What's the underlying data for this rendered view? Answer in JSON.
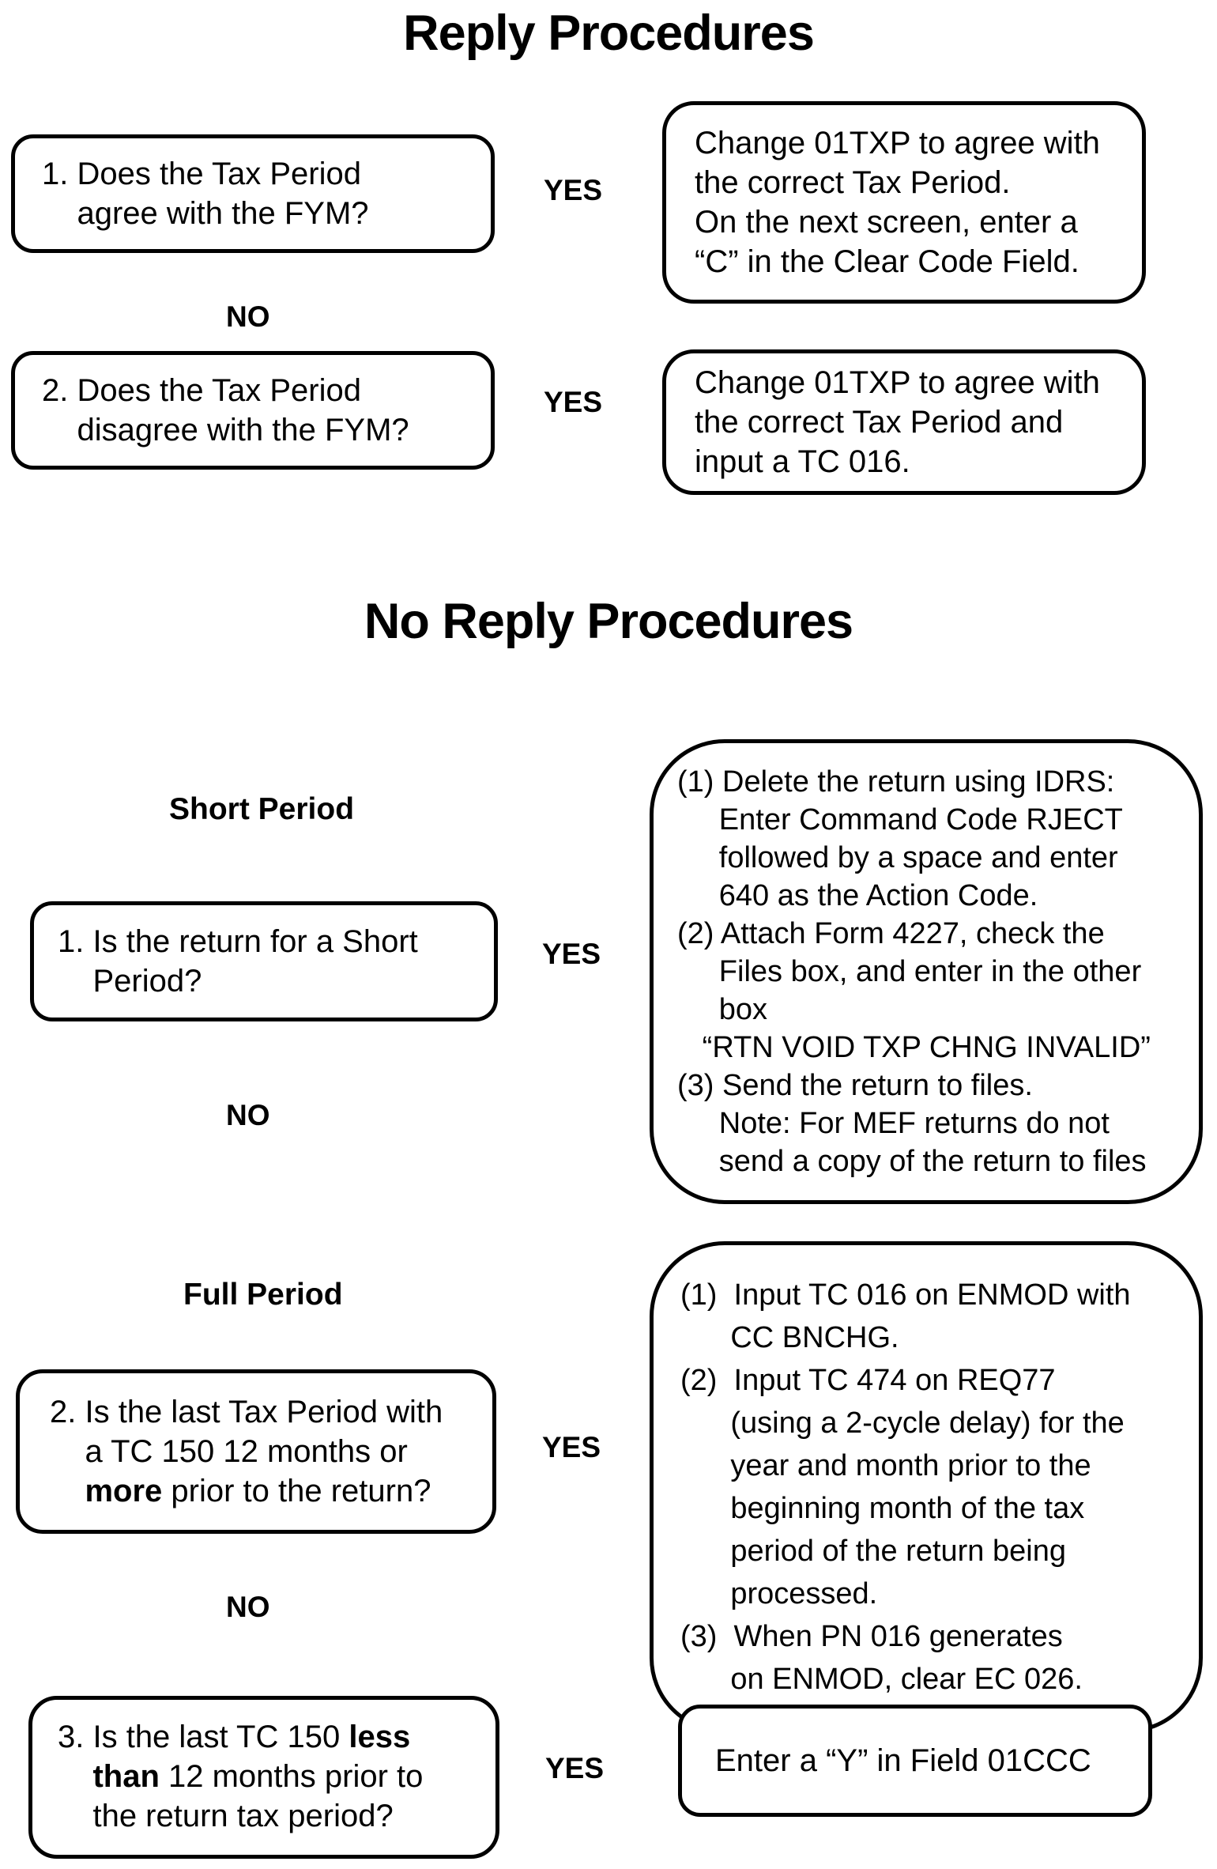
{
  "labels": {
    "yes": "YES",
    "no": "NO"
  },
  "reply": {
    "title": "Reply Procedures",
    "q1_lines": [
      "1. Does the Tax Period",
      "    agree with the FYM?"
    ],
    "a1_lines": [
      "Change 01TXP to agree with",
      "the correct Tax Period.",
      "On the next screen, enter a",
      "“C” in the Clear Code Field."
    ],
    "q2_lines": [
      "2. Does the Tax Period",
      "    disagree with the FYM?"
    ],
    "a2_lines": [
      "Change 01TXP to agree with",
      "the correct Tax Period and",
      "input a TC 016."
    ]
  },
  "noreply": {
    "title": "No Reply Procedures",
    "short_label": "Short Period",
    "full_label": "Full Period",
    "sq1_lines": [
      "1. Is the return for a Short",
      "    Period?"
    ],
    "sa1_lines": [
      "(1) Delete the return using IDRS:",
      "     Enter Command Code RJECT",
      "     followed by a space and enter",
      "     640 as the Action Code.",
      "(2) Attach Form 4227, check the",
      "     Files box, and enter in the other",
      "     box",
      "   “RTN VOID TXP CHNG INVALID”",
      "(3) Send the return to files.",
      "     Note: For MEF returns do not",
      "     send a copy of the return to files"
    ],
    "fq2_lines_html": [
      "2. Is the last Tax Period with",
      "    a TC 150 12 months or",
      "    <b>more</b> prior to the return?"
    ],
    "fa2_lines": [
      "(1)  Input TC 016 on ENMOD with",
      "      CC BNCHG.",
      "(2)  Input TC 474 on REQ77",
      "      (using a 2-cycle delay) for the",
      "      year and month prior to the",
      "      beginning month of the tax",
      "      period of the return being",
      "      processed.",
      "(3)  When PN 016 generates",
      "      on ENMOD, clear EC 026."
    ],
    "fq3_lines_html": [
      "3. Is the last TC 150 <b>less</b>",
      "    <b>than</b> 12 months prior to",
      "    the return tax period?"
    ],
    "fa3_text": "Enter a “Y” in Field 01CCC"
  },
  "colors": {
    "ink": "#000000",
    "paper": "#ffffff"
  }
}
